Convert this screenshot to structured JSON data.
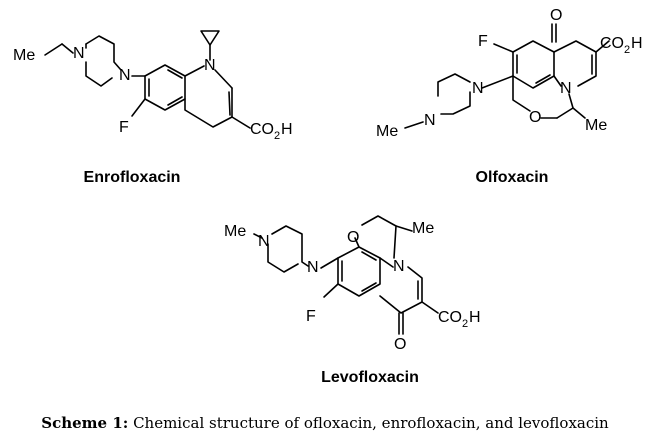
{
  "compounds": {
    "enrofloxacin": {
      "name": "Enrofloxacin",
      "labels": {
        "me": "Me",
        "n_piperazine_top": "N",
        "n_piperazine_aryl": "N",
        "n_ring": "N",
        "f": "F",
        "acid_main": "CO",
        "acid_sub": "2",
        "acid_h": "H"
      }
    },
    "ofloxacin": {
      "name": "Olfoxacin",
      "labels": {
        "o_ketone": "O",
        "f": "F",
        "acid_main": "CO",
        "acid_sub": "2",
        "acid_h": "H",
        "n_piperazine_aryl": "N",
        "n_piperazine_me": "N",
        "me_left": "Me",
        "n_ring": "N",
        "o_ring": "O",
        "me_right": "Me"
      }
    },
    "levofloxacin": {
      "name": "Levofloxacin",
      "labels": {
        "me_top_left": "Me",
        "n_piperazine_me": "N",
        "o_ring": "O",
        "me_top_right": "Me",
        "n_piperazine_aryl": "N",
        "n_ring": "N",
        "f": "F",
        "acid_main": "CO",
        "acid_sub": "2",
        "acid_h": "H",
        "o_ketone": "O"
      }
    }
  },
  "caption": {
    "label": "Scheme 1:",
    "text": " Chemical structure of ofloxacin, enrofloxacin, and levofloxacin"
  }
}
